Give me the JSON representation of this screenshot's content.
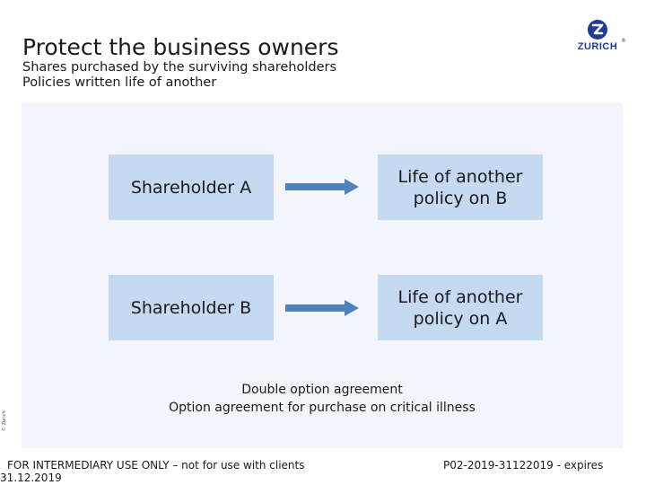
{
  "header": {
    "title": "Protect the business owners",
    "subtitle_line1": "Shares purchased by the surviving shareholders",
    "subtitle_line2": "Policies written life of another"
  },
  "logo": {
    "wordmark": "ZURICH",
    "registered": "®",
    "icon": "zurich-z-logo-icon",
    "color": "#1f3c96"
  },
  "diagram": {
    "rows": [
      {
        "shareholder": "Shareholder A",
        "policy": "Life of another\npolicy on B"
      },
      {
        "shareholder": "Shareholder B",
        "policy": "Life of another\npolicy on A"
      }
    ],
    "arrow_icon": "right-arrow-icon",
    "box_color": "#c5d9f1",
    "arrow_color": "#4f81bd",
    "panel_color": "#f3f5fa"
  },
  "captions": {
    "line1": "Double option agreement",
    "line2": "Option agreement for purchase on critical illness"
  },
  "side_copyright": "© Zurich",
  "footer": {
    "left_line1": "FOR INTERMEDIARY USE ONLY – not for use with clients",
    "left_line2": "31.12.2019",
    "right": "P02-2019-31122019 - expires"
  }
}
